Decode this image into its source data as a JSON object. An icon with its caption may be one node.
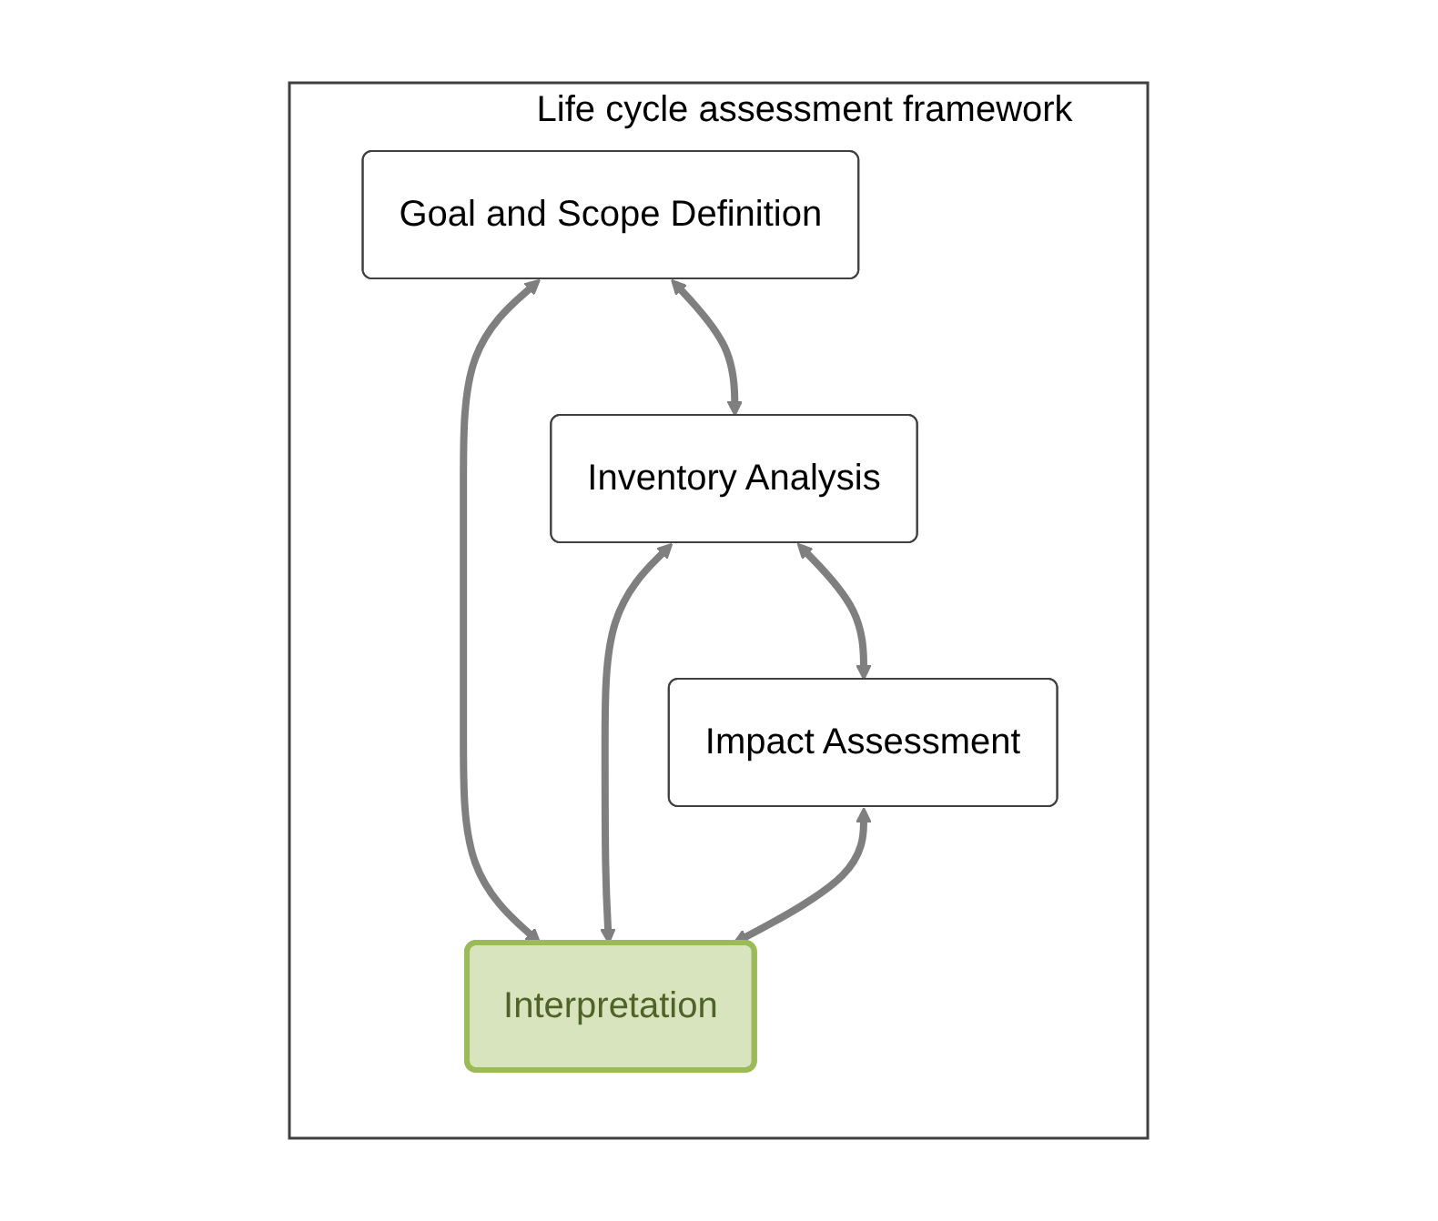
{
  "diagram": {
    "nodes": [
      {
        "text": [
          "Life cycle assessment framework"
        ]
      },
      {
        "text": [
          "Goal and Scope Definition"
        ],
        "in": 0
      },
      {
        "text": [
          "Inventory Analysis"
        ],
        "in": 0
      },
      {
        "text": [
          "Impact Assessment"
        ],
        "in": 0
      },
      {
        "text": [
          "Interpretation"
        ],
        "in": 0
      }
    ],
    "edges": [
      {
        "from": 1,
        "to": 4,
        "arrow": "both"
      },
      {
        "from": 1,
        "to": 2,
        "arrow": "both"
      },
      {
        "from": 2,
        "to": 4,
        "arrow": "both"
      },
      {
        "from": 2,
        "to": 3,
        "arrow": "both"
      },
      {
        "from": 3,
        "to": 4,
        "arrow": "both"
      }
    ]
  }
}
